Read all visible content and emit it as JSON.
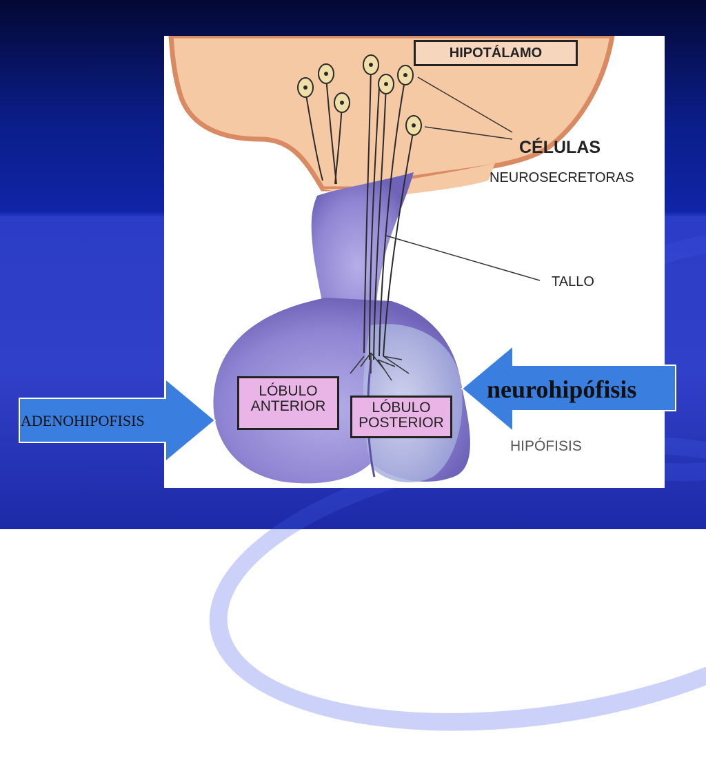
{
  "diagram": {
    "labels": {
      "hypothalamus": "HIPOTÁLAMO",
      "cells_line1": "CÉLULAS",
      "cells_line2": "NEUROSECRETORAS",
      "stalk": "TALLO",
      "anterior_line1": "LÓBULO",
      "anterior_line2": "ANTERIOR",
      "posterior_line1": "LÓBULO",
      "posterior_line2": "POSTERIOR",
      "hypophysis": "HIPÓFISIS"
    },
    "colors": {
      "hypothalamus_fill": "#f4c9a4",
      "hypothalamus_border": "#d98a63",
      "gland_fill": "#9a8fd8",
      "label_box_fill": "#e9b4e6",
      "slide_accent": "#1024a8",
      "arrow_fill": "#3a7fe0"
    }
  },
  "callouts": {
    "adenohypophysis": "ADENOHIPOFISIS",
    "neurohypophysis": "neurohipófisis"
  }
}
